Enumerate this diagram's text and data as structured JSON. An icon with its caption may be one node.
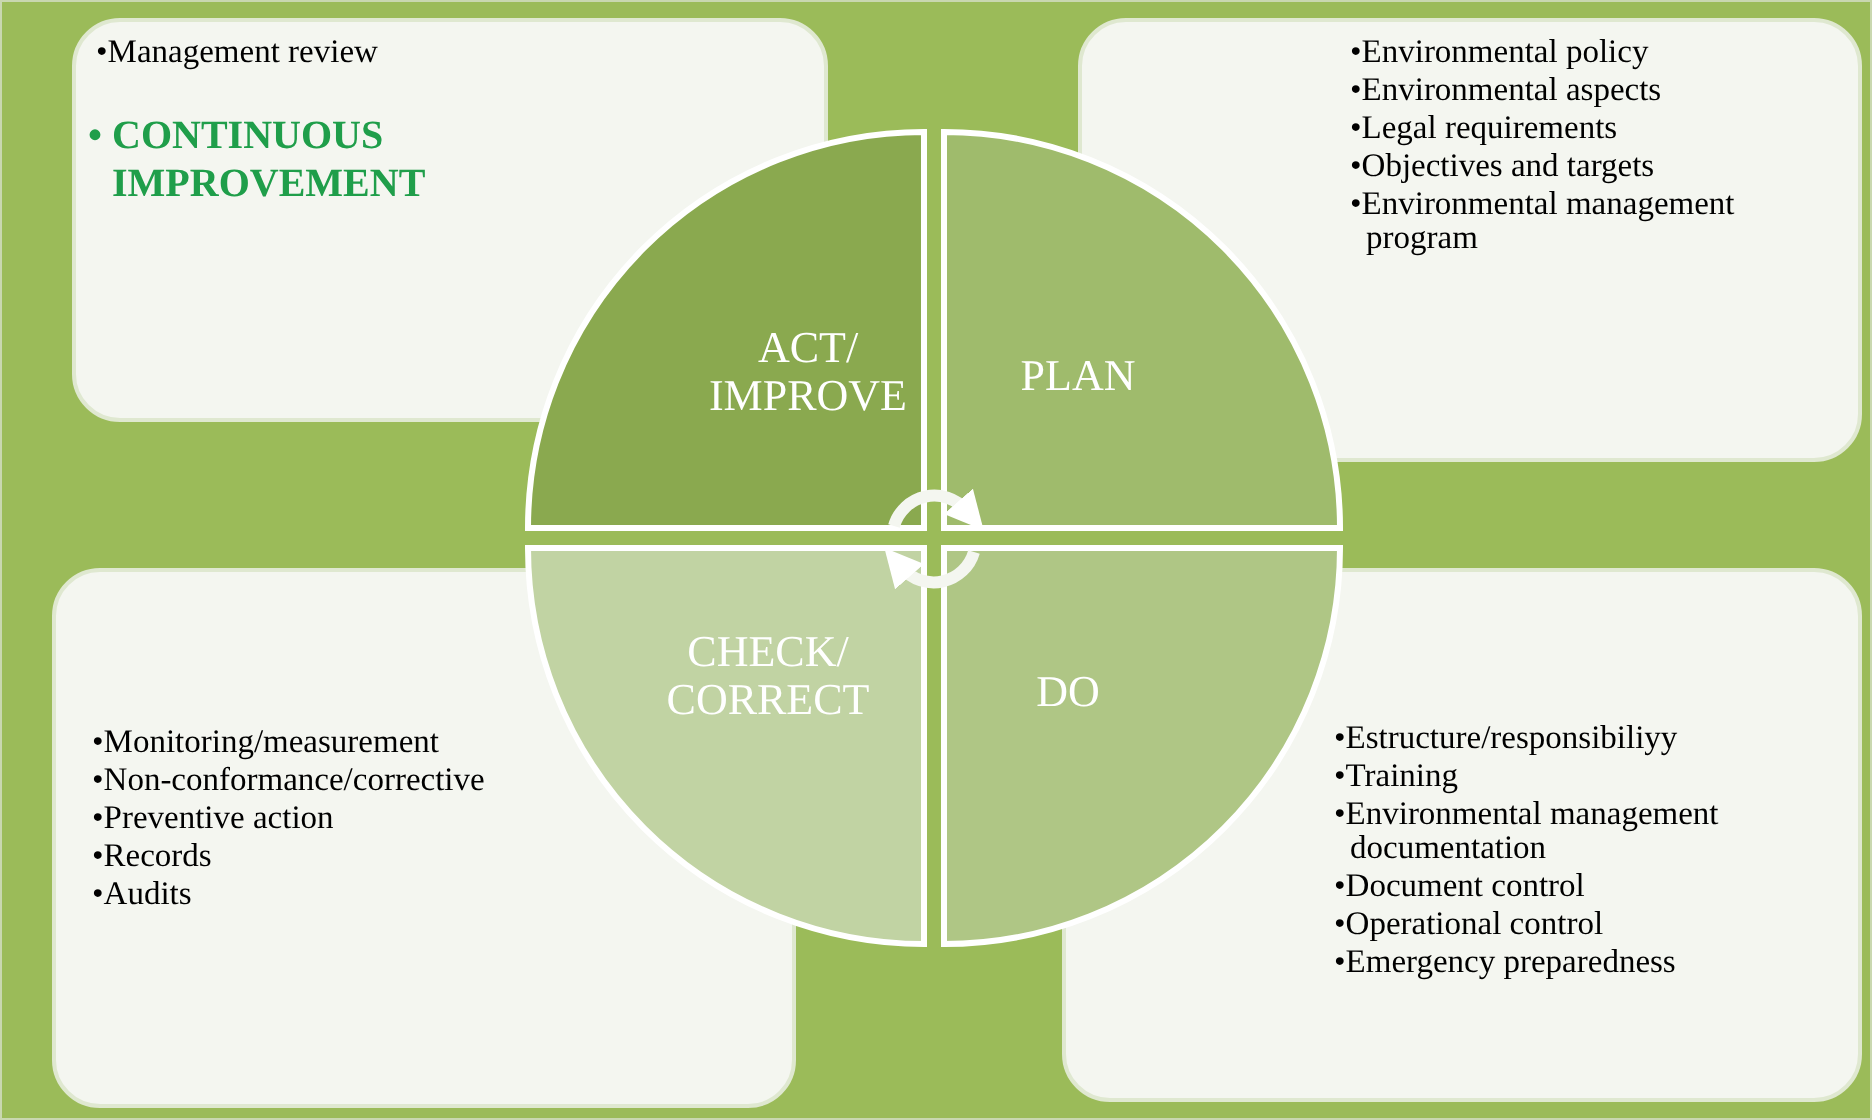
{
  "diagram": {
    "nodes": [
      {
        "text": [
          "•Management review",
          "• CONTINUOUS IMPROVEMENT"
        ]
      },
      {
        "text": [
          "•Environmental policy",
          "•Environmental aspects",
          "•Legal requirements",
          "•Objectives and targets",
          "•Environmental management program"
        ]
      },
      {
        "text": [
          "•Monitoring/measurement",
          "•Non-conformance/corrective",
          "•Preventive action",
          "•Records",
          "•Audits"
        ]
      },
      {
        "text": [
          "•Estructure/responsibiliyy",
          "•Training",
          "•Environmental management documentation",
          "•Document control",
          "•Operational control",
          "•Emergency preparedness"
        ]
      },
      {
        "text": [
          "ACT/ IMPROVE"
        ]
      },
      {
        "text": [
          "PLAN"
        ]
      },
      {
        "text": [
          "CHECK/ CORRECT"
        ]
      },
      {
        "text": [
          "DO"
        ]
      }
    ],
    "edges": [
      {
        "from": 4,
        "to": 5,
        "arrow": "to"
      },
      {
        "from": 7,
        "to": 6,
        "arrow": "to"
      }
    ]
  }
}
